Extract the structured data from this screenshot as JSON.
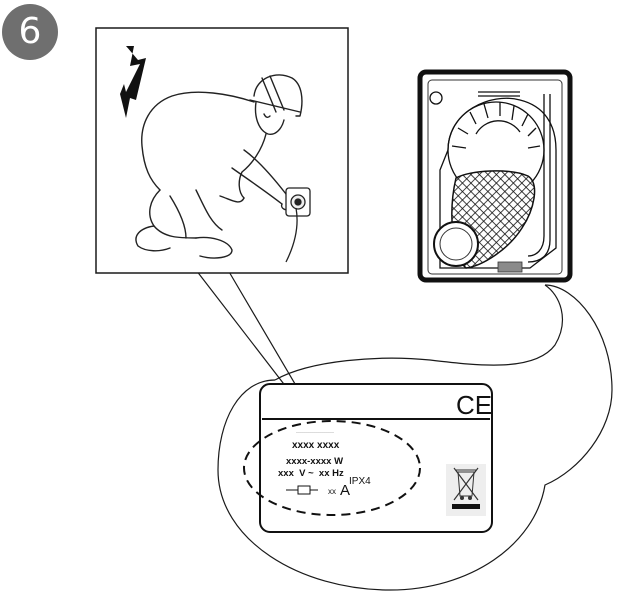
{
  "step": {
    "number": "6"
  },
  "rating_label": {
    "ce_mark": "CE",
    "dots": "···················",
    "model": "xxxx xxxx",
    "power": "xxxx-xxxx W",
    "voltage": "xxx  V ~  xx Hz",
    "ip_rating": "IPX4",
    "current_small": "xx",
    "current_unit": "A"
  },
  "icons": {
    "warning": "lightning-bolt-icon",
    "weee": "crossed-out-bin-icon",
    "fuse": "fuse-icon"
  },
  "colors": {
    "badge": "#6f6f6f",
    "line": "#1a1a1a",
    "plate_sticker": "#8a8a8a"
  }
}
